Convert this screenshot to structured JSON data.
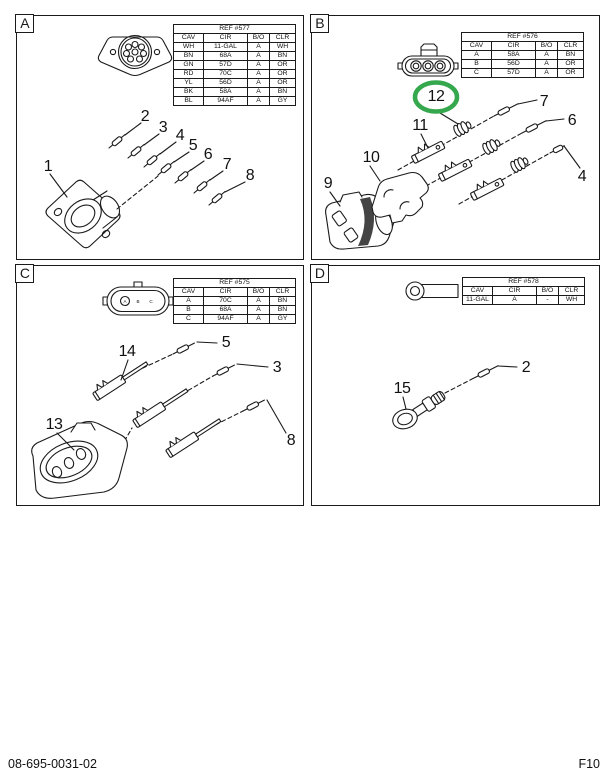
{
  "page": {
    "footer_left": "08-695-0031-02",
    "footer_right": "F10"
  },
  "colors": {
    "line": "#1a1a1a",
    "highlight_green": "#35a74d"
  },
  "panels": [
    {
      "label": "A",
      "table": {
        "title": "REF #577",
        "headers": [
          "CAV",
          "CIR",
          "B/O",
          "CLR"
        ],
        "rows": [
          [
            "WH",
            "11-GAL",
            "A",
            "WH"
          ],
          [
            "BN",
            "68A",
            "A",
            "BN"
          ],
          [
            "GN",
            "57D",
            "A",
            "OR"
          ],
          [
            "RD",
            "70C",
            "A",
            "OR"
          ],
          [
            "YL",
            "56D",
            "A",
            "OR"
          ],
          [
            "BK",
            "58A",
            "A",
            "BN"
          ],
          [
            "BL",
            "94AF",
            "A",
            "GY"
          ]
        ]
      },
      "callouts": [
        "1",
        "2",
        "3",
        "4",
        "5",
        "6",
        "7",
        "8"
      ]
    },
    {
      "label": "B",
      "table": {
        "title": "REF #576",
        "headers": [
          "CAV",
          "CIR",
          "B/O",
          "CLR"
        ],
        "rows": [
          [
            "A",
            "58A",
            "A",
            "BN"
          ],
          [
            "B",
            "56D",
            "A",
            "OR"
          ],
          [
            "C",
            "57D",
            "A",
            "OR"
          ]
        ]
      },
      "callouts": [
        "9",
        "10",
        "11",
        "12",
        "7",
        "6",
        "4"
      ],
      "highlighted_callout": "12"
    },
    {
      "label": "C",
      "table": {
        "title": "REF #575",
        "headers": [
          "CAV",
          "CIR",
          "B/O",
          "CLR"
        ],
        "rows": [
          [
            "A",
            "70C",
            "A",
            "BN"
          ],
          [
            "B",
            "68A",
            "A",
            "BN"
          ],
          [
            "C",
            "94AF",
            "A",
            "GY"
          ]
        ]
      },
      "face_labels": [
        "A",
        "B",
        "C"
      ],
      "callouts": [
        "13",
        "14",
        "5",
        "3",
        "8"
      ]
    },
    {
      "label": "D",
      "table": {
        "title": "REF #578",
        "headers": [
          "CAV",
          "CIR",
          "B/O",
          "CLR"
        ],
        "rows": [
          [
            "11-GAL",
            "A",
            "-",
            "WH"
          ]
        ]
      },
      "callouts": [
        "15",
        "2"
      ]
    }
  ]
}
